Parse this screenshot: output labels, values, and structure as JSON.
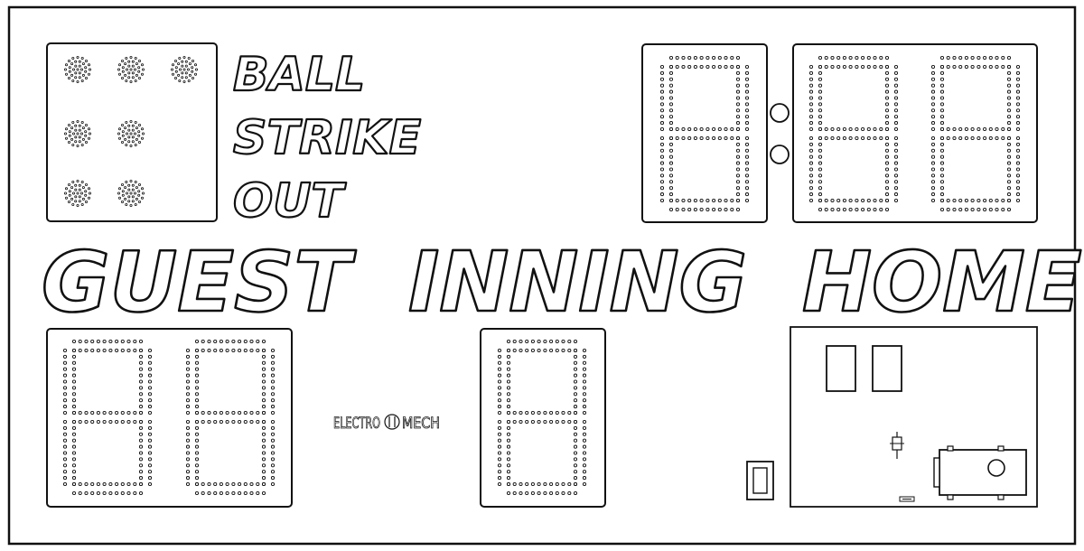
{
  "scoreboard": {
    "count_labels": [
      "BALL",
      "STRIKE",
      "OUT"
    ],
    "guest_label": "GUEST",
    "inning_label": "INNING",
    "home_label": "HOME",
    "logo_left": "ELECTRO",
    "logo_right": "MECH",
    "clock_digits": 3,
    "guest_digits": 2,
    "inning_digits": 1,
    "count_indicator_lights": [
      3,
      2,
      2
    ]
  },
  "colors": {
    "outline": "#111111",
    "background": "#ffffff"
  }
}
